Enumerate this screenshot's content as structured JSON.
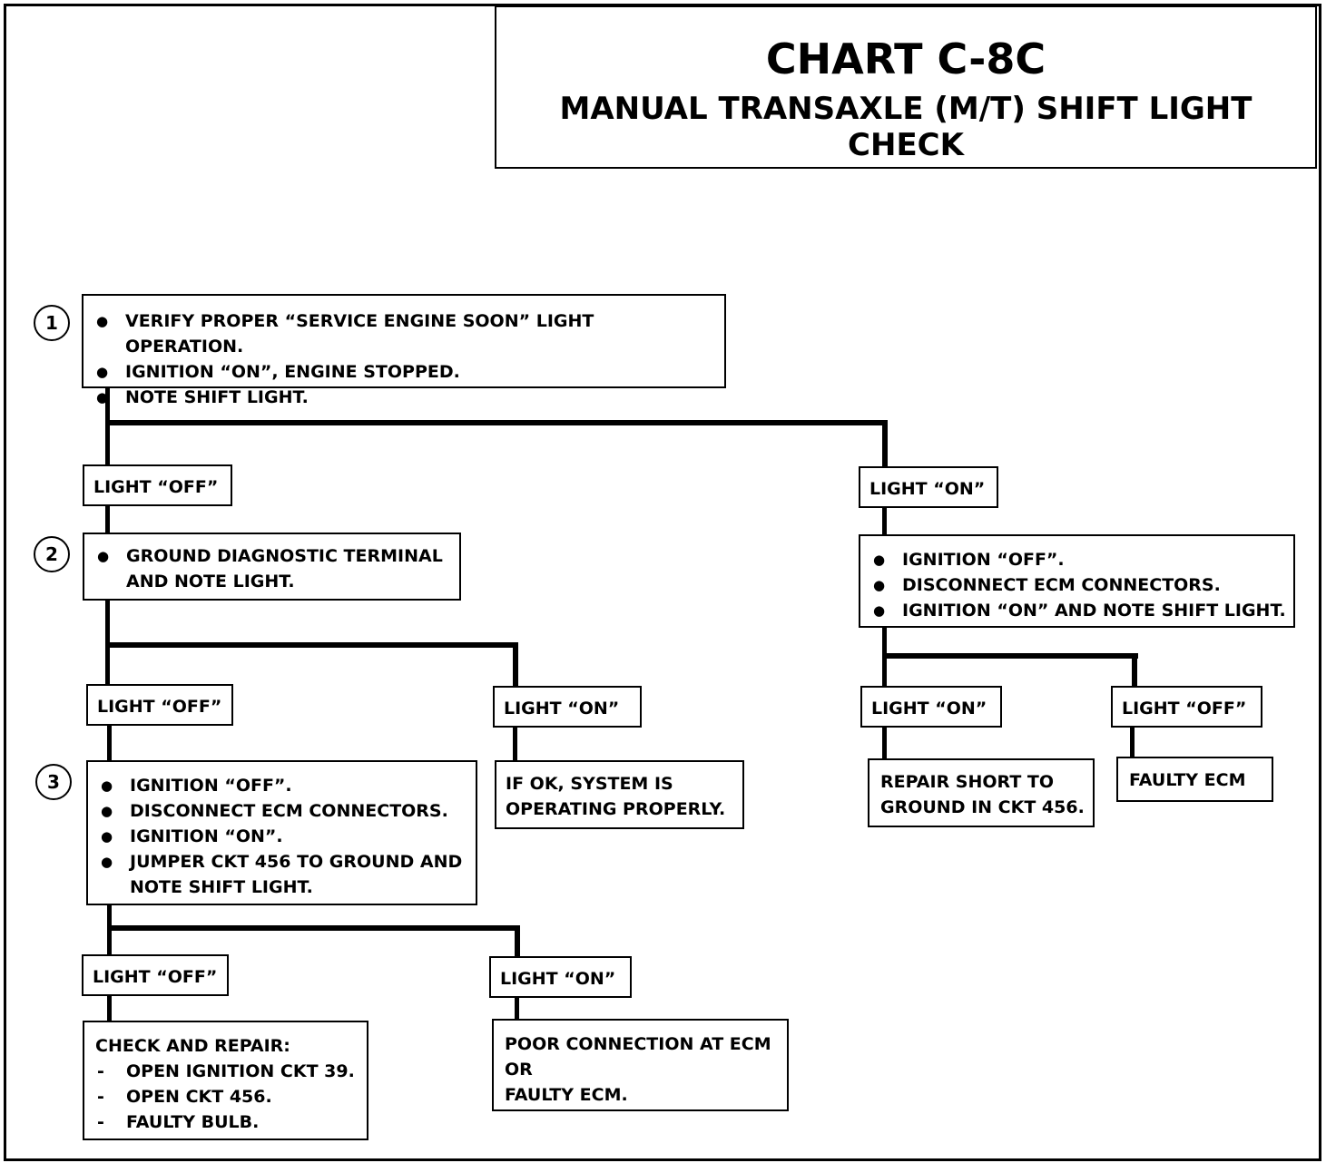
{
  "header": {
    "title": "CHART C-8C",
    "subtitle": "MANUAL TRANSAXLE (M/T) SHIFT LIGHT CHECK"
  },
  "steps": [
    "1",
    "2",
    "3"
  ],
  "step1": {
    "items": [
      "VERIFY PROPER “SERVICE ENGINE SOON” LIGHT OPERATION.",
      "IGNITION “ON”, ENGINE  STOPPED.",
      "NOTE SHIFT LIGHT."
    ]
  },
  "labels": {
    "off": "LIGHT “OFF”",
    "on": "LIGHT “ON”"
  },
  "step2": {
    "lines": [
      "GROUND DIAGNOSTIC TERMINAL",
      "AND NOTE LIGHT."
    ]
  },
  "right_check": {
    "items": [
      "IGNITION “OFF”.",
      "DISCONNECT ECM  CONNECTORS.",
      "IGNITION “ON” AND NOTE SHIFT LIGHT."
    ]
  },
  "step3": {
    "items": [
      "IGNITION “OFF”.",
      "DISCONNECT ECM CONNECTORS.",
      "IGNITION “ON”.",
      "JUMPER CKT 456 TO GROUND AND NOTE SHIFT LIGHT."
    ]
  },
  "results": {
    "system_ok": [
      "IF OK, SYSTEM IS",
      "OPERATING PROPERLY."
    ],
    "repair_short": [
      "REPAIR SHORT TO",
      "GROUND IN CKT 456."
    ],
    "faulty_ecm": "FAULTY ECM",
    "check_repair": {
      "heading": "CHECK AND REPAIR:",
      "items": [
        "OPEN IGNITION CKT 39.",
        "OPEN CKT 456.",
        "FAULTY BULB."
      ]
    },
    "poor_connection": [
      "POOR CONNECTION AT ECM",
      "OR",
      "FAULTY ECM."
    ]
  }
}
